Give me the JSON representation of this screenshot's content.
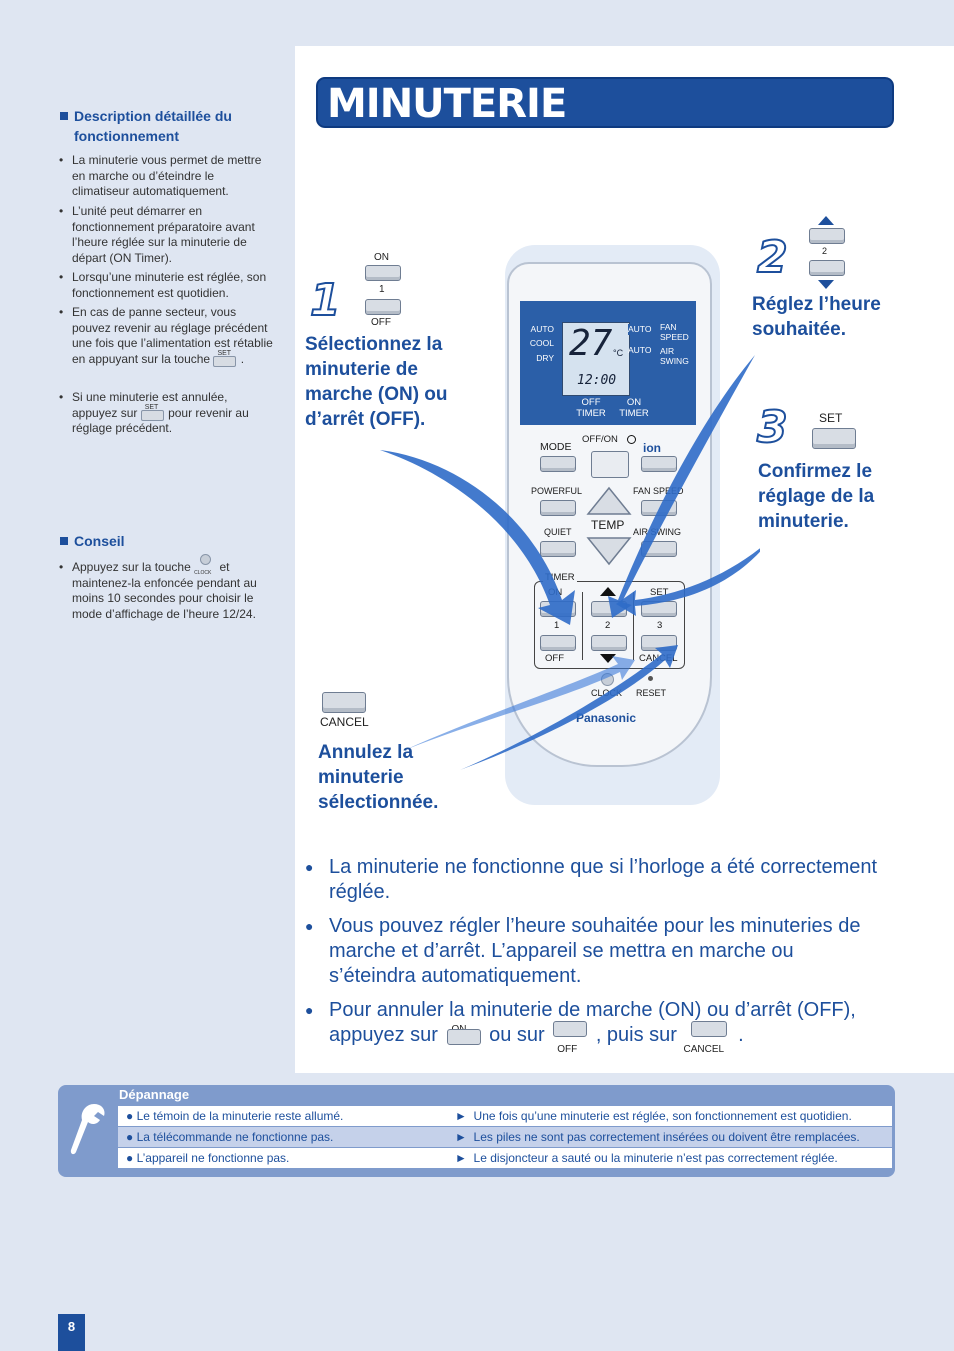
{
  "title": "MINUTERIE",
  "sidebar": {
    "section1_title": "Description détaillée du fonctionnement",
    "section1_items": [
      "La minuterie vous permet de mettre en marche ou d’éteindre le climatiseur automatiquement.",
      "L’unité peut démarrer en fonctionnement préparatoire avant l’heure réglée sur la minuterie de départ (ON Timer).",
      "Lorsqu’une minuterie est réglée, son fonctionnement est quotidien.",
      "En cas de panne secteur, vous pouvez revenir au réglage précédent une fois que l’alimentation est rétablie en appuyant sur la touche",
      "Si une minuterie est annulée, appuyez sur",
      "pour revenir au réglage précédent."
    ],
    "set_label": "SET",
    "section2_title": "Conseil",
    "conseil_text_a": "Appuyez sur la touche",
    "conseil_text_b": "et maintenez-la enfoncée pendant au moins 10 secondes pour choisir le mode d’affichage de l’heure 12/24.",
    "clock_label": "CLOCK"
  },
  "steps": {
    "step1_num": "1",
    "step1_on": "ON",
    "step1_digit": "1",
    "step1_off": "OFF",
    "step1_text": "Sélectionnez la minuterie de marche (ON) ou d’arrêt (OFF).",
    "step2_num": "2",
    "step2_digit": "2",
    "step2_text": "Réglez l’heure souhaitée.",
    "step3_num": "3",
    "step3_set": "SET",
    "step3_text": "Confirmez le réglage de la minuterie.",
    "cancel_label": "CANCEL",
    "cancel_text": "Annulez la minuterie sélectionnée."
  },
  "remote": {
    "lcd_left": [
      "AUTO",
      "COOL",
      "DRY"
    ],
    "lcd_right_auto1": "AUTO",
    "lcd_right_auto2": "AUTO",
    "lcd_fan": "FAN SPEED",
    "lcd_air": "AIR SWING",
    "lcd_temp": "27",
    "lcd_unit": "°C",
    "lcd_time": "12:00",
    "off_timer": "OFF TIMER",
    "on_timer": "ON TIMER",
    "mode": "MODE",
    "offon": "OFF/ON",
    "ion": "ion",
    "powerful": "POWERFUL",
    "fan_speed": "FAN SPEED",
    "temp": "TEMP",
    "quiet": "QUIET",
    "air_swing": "AIR SWING",
    "timer": "TIMER",
    "on": "ON",
    "set": "SET",
    "n1": "1",
    "n2": "2",
    "n3": "3",
    "off": "OFF",
    "cancel": "CANCEL",
    "clock": "CLOCK",
    "reset": "RESET",
    "brand": "Panasonic"
  },
  "bullets": {
    "b1": "La minuterie ne fonctionne que si l’horloge a été correctement réglée.",
    "b2": "Vous pouvez régler l’heure souhaitée pour les minuteries de marche et d’arrêt. L’appareil se mettra en marche ou s’éteindra automatiquement.",
    "b3_a": "Pour annuler la minuterie de marche (ON) ou d’arrêt (OFF),",
    "b3_b": "appuyez sur",
    "b3_on": "ON",
    "b3_c": "ou sur",
    "b3_off": "OFF",
    "b3_d": ", puis sur",
    "b3_cancel": "CANCEL",
    "b3_e": "."
  },
  "trouble": {
    "title": "Dépannage",
    "rows": [
      {
        "problem": "Le témoin de la minuterie reste allumé.",
        "cause": "Une fois qu’une minuterie est réglée, son fonctionnement est quotidien."
      },
      {
        "problem": "La télécommande ne fonctionne pas.",
        "cause": "Les piles ne sont pas correctement insérées ou doivent être remplacées."
      },
      {
        "problem": "L’appareil ne fonctionne pas.",
        "cause": "Le disjoncteur a sauté ou la minuterie n’est pas correctement réglée."
      }
    ]
  },
  "page_number": "8"
}
